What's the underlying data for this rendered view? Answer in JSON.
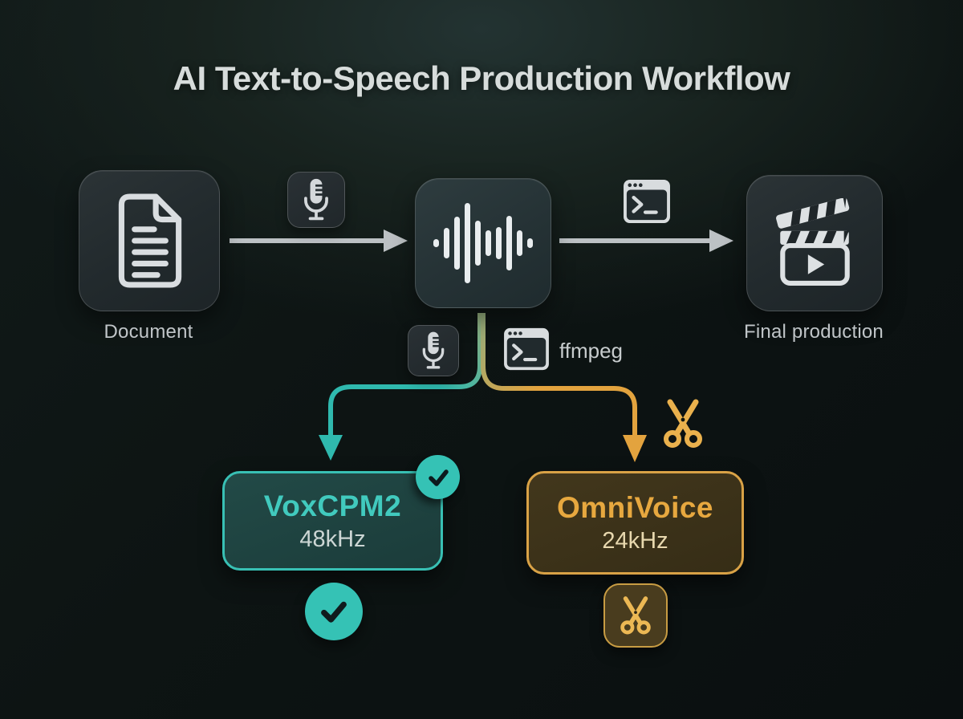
{
  "title": "AI Text-to-Speech Production Workflow",
  "pipeline": {
    "stages": [
      {
        "id": "document",
        "label": "Document",
        "icon": "document-icon"
      },
      {
        "id": "tts-audio",
        "label": "",
        "icon": "waveform-icon"
      },
      {
        "id": "final",
        "label": "Final production",
        "icon": "clapperboard-icon"
      }
    ],
    "connectors": [
      {
        "from": "document",
        "to": "tts-audio",
        "icon": "microphone-icon"
      },
      {
        "from": "tts-audio",
        "to": "final",
        "icon": "terminal-icon"
      }
    ]
  },
  "branching": {
    "tools": {
      "mic_icon": "microphone-icon",
      "terminal_icon": "terminal-icon",
      "ffmpeg_label": "ffmpeg",
      "scissors_icon": "scissors-icon"
    },
    "options": [
      {
        "name": "VoxCPM2",
        "sample_rate": "48kHz",
        "corner_badge": "check-icon",
        "result_icon": "check-icon",
        "accent": "#35c2b5"
      },
      {
        "name": "OmniVoice",
        "sample_rate": "24kHz",
        "corner_badge": "none",
        "result_icon": "scissors-icon",
        "accent": "#e5a63e"
      }
    ]
  },
  "colors": {
    "background": "#0d1413",
    "title_text": "#d7dcdb",
    "arrow_gray": "#bcc1c4",
    "stem_green": "#93ac7c",
    "teal_accent": "#2fb9ae",
    "orange_accent": "#e3a33e",
    "teal_box_fill": "#1d403e",
    "orange_box_fill": "#3a3119"
  }
}
